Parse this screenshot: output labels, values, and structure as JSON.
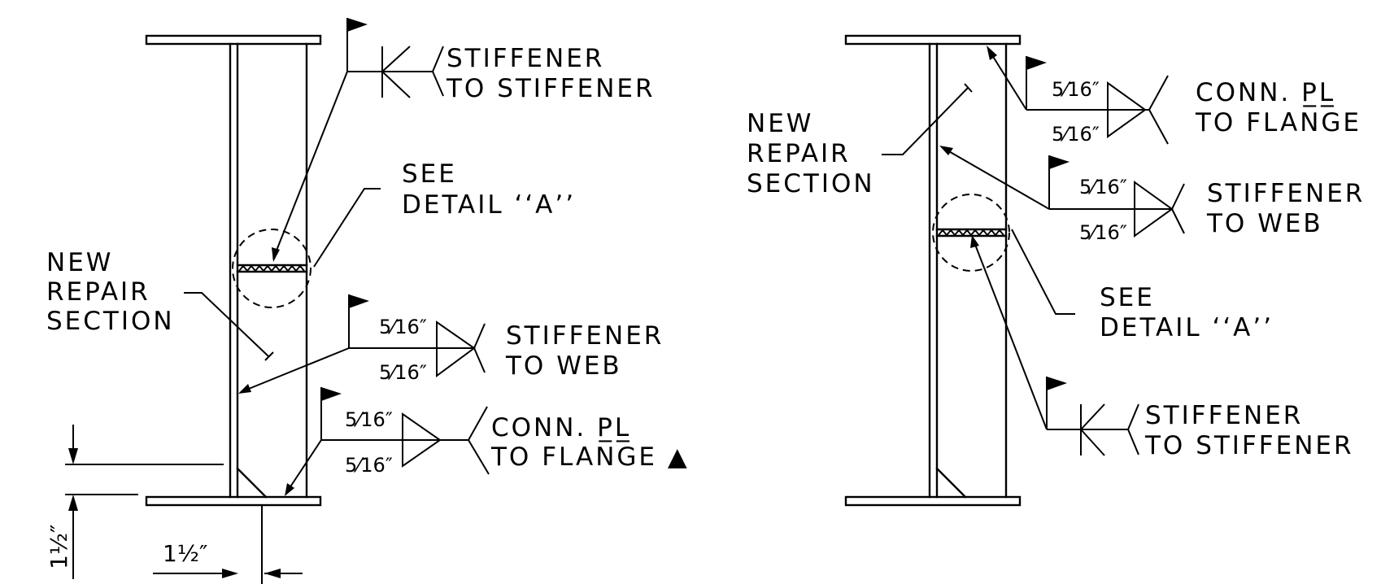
{
  "left_detail": {
    "callouts": {
      "stiffener_to_stiffener": [
        "STIFFENER",
        "TO STIFFENER"
      ],
      "see_detail": [
        "SEE",
        "DETAIL ‘‘A’’"
      ],
      "new_repair": [
        "NEW",
        "REPAIR",
        "SECTION"
      ],
      "stiffener_to_web": [
        "STIFFENER",
        "TO WEB"
      ],
      "conn_pl_to_flange": [
        "CONN. P̲L̲",
        "TO FLANGE ▲"
      ]
    },
    "weld_sizes": {
      "web_top": "5⁄16″",
      "web_bottom": "5⁄16″",
      "flange_top": "5⁄16″",
      "flange_bottom": "5⁄16″"
    },
    "dimensions": {
      "vertical": "1½″",
      "horizontal": "1½″"
    }
  },
  "right_detail": {
    "callouts": {
      "new_repair": [
        "NEW",
        "REPAIR",
        "SECTION"
      ],
      "conn_pl_to_flange": [
        "CONN. P̲L̲",
        "TO FLANGE"
      ],
      "stiffener_to_web": [
        "STIFFENER",
        "TO WEB"
      ],
      "see_detail": [
        "SEE",
        "DETAIL ‘‘A’’"
      ],
      "stiffener_to_stiffener": [
        "STIFFENER",
        "TO STIFFENER"
      ]
    },
    "weld_sizes": {
      "flange_top": "5⁄16″",
      "flange_bottom": "5⁄16″",
      "web_top": "5⁄16″",
      "web_bottom": "5⁄16″"
    }
  }
}
